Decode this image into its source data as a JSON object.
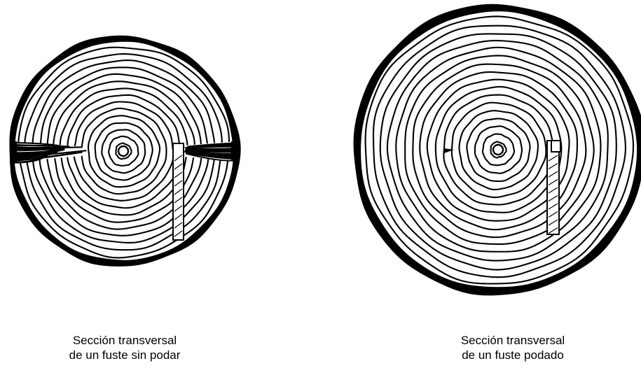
{
  "figure": {
    "left": {
      "caption_line1": "Sección transversal",
      "caption_line2": "de un fuste sin podar"
    },
    "right": {
      "caption_line1": "Sección transversal",
      "caption_line2": "de un fuste podado"
    }
  },
  "colors": {
    "ink": "#000000",
    "background": "#ffffff"
  }
}
